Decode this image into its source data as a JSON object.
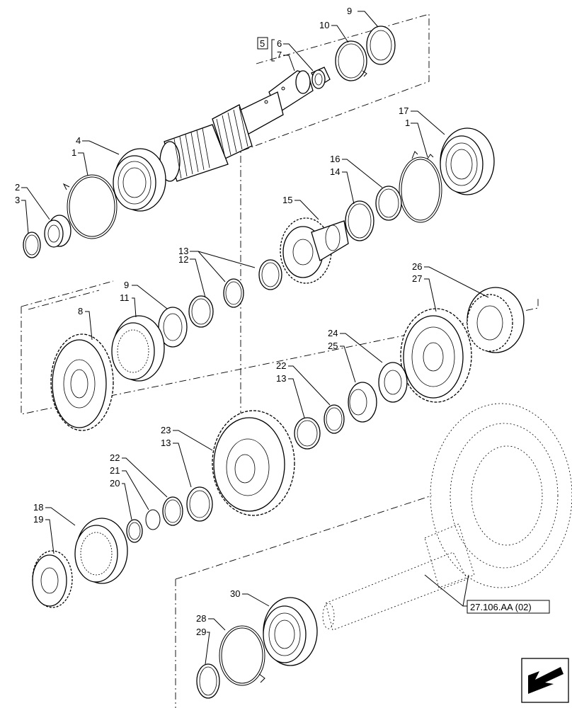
{
  "diagram": {
    "callouts": [
      {
        "id": "c9a",
        "text": "9"
      },
      {
        "id": "c10",
        "text": "10"
      },
      {
        "id": "c5",
        "text": "5"
      },
      {
        "id": "c6",
        "text": "6"
      },
      {
        "id": "c7",
        "text": "7"
      },
      {
        "id": "c17",
        "text": "17"
      },
      {
        "id": "c1a",
        "text": "1"
      },
      {
        "id": "c4",
        "text": "4"
      },
      {
        "id": "c1b",
        "text": "1"
      },
      {
        "id": "c2",
        "text": "2"
      },
      {
        "id": "c3",
        "text": "3"
      },
      {
        "id": "c16",
        "text": "16"
      },
      {
        "id": "c14",
        "text": "14"
      },
      {
        "id": "c15",
        "text": "15"
      },
      {
        "id": "c13a",
        "text": "13"
      },
      {
        "id": "c12",
        "text": "12"
      },
      {
        "id": "c26",
        "text": "26"
      },
      {
        "id": "c27",
        "text": "27"
      },
      {
        "id": "c9b",
        "text": "9"
      },
      {
        "id": "c11",
        "text": "11"
      },
      {
        "id": "c8",
        "text": "8"
      },
      {
        "id": "c24",
        "text": "24"
      },
      {
        "id": "c25",
        "text": "25"
      },
      {
        "id": "c22a",
        "text": "22"
      },
      {
        "id": "c13b",
        "text": "13"
      },
      {
        "id": "c23",
        "text": "23"
      },
      {
        "id": "c13c",
        "text": "13"
      },
      {
        "id": "c22b",
        "text": "22"
      },
      {
        "id": "c21",
        "text": "21"
      },
      {
        "id": "c20",
        "text": "20"
      },
      {
        "id": "c18",
        "text": "18"
      },
      {
        "id": "c19",
        "text": "19"
      },
      {
        "id": "c30",
        "text": "30"
      },
      {
        "id": "c28",
        "text": "28"
      },
      {
        "id": "c29",
        "text": "29"
      }
    ],
    "reference_label": "27.106.AA (02)",
    "nav_icon": "arrow-down-left-icon"
  }
}
